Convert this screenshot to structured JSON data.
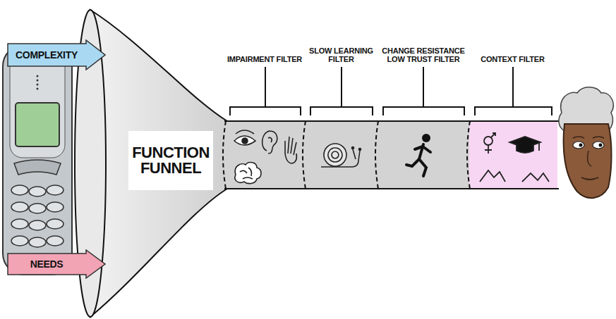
{
  "diagram": {
    "nodes": [
      {
        "text": [
          "COMPLEXITY"
        ]
      },
      {
        "text": [
          "NEEDS"
        ]
      },
      {
        "text": [
          "FUNCTION FUNNEL"
        ]
      },
      {
        "text": [
          "IMPAIRMENT FILTER"
        ]
      },
      {
        "text": [
          "SLOW LEARNING FILTER"
        ]
      },
      {
        "text": [
          "CHANGE RESISTANCE LOW TRUST FILTER"
        ]
      },
      {
        "text": [
          "CONTEXT FILTER"
        ]
      }
    ]
  }
}
